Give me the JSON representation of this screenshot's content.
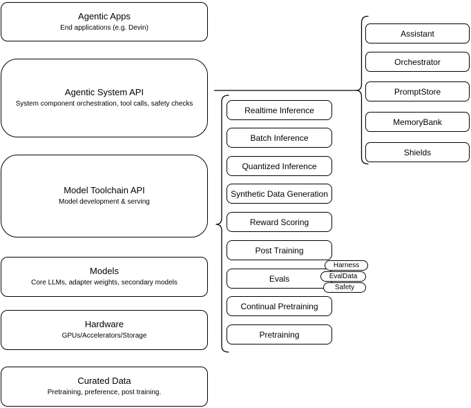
{
  "colors": {
    "stroke": "#000000",
    "fill": "#ffffff",
    "text": "#000000"
  },
  "stack": [
    {
      "title": "Agentic Apps",
      "subtitle": "End applications (e.g. Devin)"
    },
    {
      "title": "Agentic System API",
      "subtitle": "System component orchestration, tool calls, safety checks"
    },
    {
      "title": "Model Toolchain API",
      "subtitle": "Model development & serving"
    },
    {
      "title": "Models",
      "subtitle": "Core LLMs, adapter weights, secondary models"
    },
    {
      "title": "Hardware",
      "subtitle": "GPUs/Accelerators/Storage"
    },
    {
      "title": "Curated Data",
      "subtitle": "Pretraining, preference, post training."
    }
  ],
  "toolchain": {
    "items": [
      {
        "label": "Realtime Inference"
      },
      {
        "label": "Batch Inference"
      },
      {
        "label": "Quantized Inference"
      },
      {
        "label": "Synthetic Data Generation"
      },
      {
        "label": "Reward Scoring"
      },
      {
        "label": "Post Training"
      },
      {
        "label": "Evals"
      },
      {
        "label": "Continual Pretraining"
      },
      {
        "label": "Pretraining"
      }
    ],
    "evals_tags": [
      {
        "label": "Harness"
      },
      {
        "label": "EvalData"
      },
      {
        "label": "Safety"
      }
    ]
  },
  "system_components": {
    "items": [
      {
        "label": "Assistant"
      },
      {
        "label": "Orchestrator"
      },
      {
        "label": "PromptStore"
      },
      {
        "label": "MemoryBank"
      },
      {
        "label": "Shields"
      }
    ]
  }
}
